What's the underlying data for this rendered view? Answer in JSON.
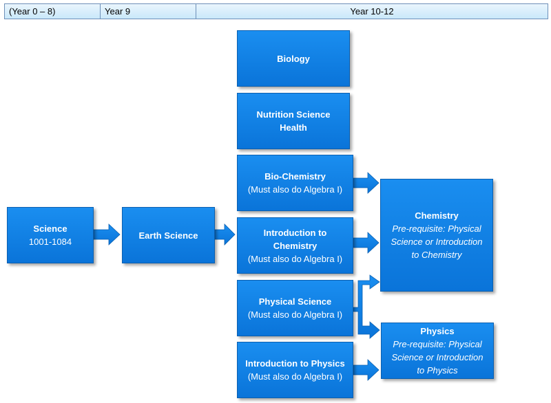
{
  "header": {
    "col1": "(Year 0 – 8)",
    "col2": "Year 9",
    "col3": "Year 10-12"
  },
  "boxes": {
    "science": {
      "title": "Science",
      "sub": "1001-1084"
    },
    "earth": {
      "title": "Earth Science"
    },
    "biology": {
      "title": "Biology"
    },
    "nutrition": {
      "line1": "Nutrition Science",
      "line2": "Health"
    },
    "biochem": {
      "title": "Bio-Chemistry",
      "sub": "(Must also do Algebra I)"
    },
    "introchem": {
      "line1": "Introduction to",
      "line2": "Chemistry",
      "sub": "(Must also do Algebra I)"
    },
    "physsci": {
      "title": "Physical Science",
      "sub": "(Must also do Algebra I)"
    },
    "introphys": {
      "title": "Introduction to Physics",
      "sub": "(Must also do Algebra I)"
    },
    "chemistry": {
      "title": "Chemistry",
      "pre1": "Pre-requisite: Physical",
      "pre2": "Science or Introduction",
      "pre3": "to Chemistry"
    },
    "physics": {
      "title": "Physics",
      "pre1": "Pre-requisite: Physical",
      "pre2": "Science or Introduction",
      "pre3": "to Physics"
    }
  },
  "colors": {
    "box": "#0a7ee3",
    "header": "#c9e8fa"
  }
}
